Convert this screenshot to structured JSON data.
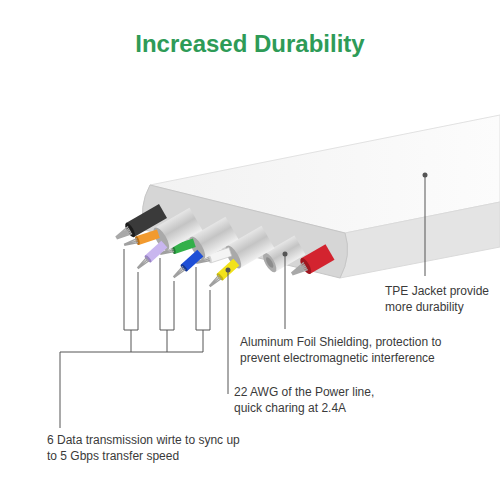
{
  "diagram": {
    "title": "Increased Durability",
    "labels": [
      "TPE Jacket provide more durability",
      "Aluminum Foil Shielding, protection to prevent electromagnetic interference",
      "22 AWG of the Power line, quick charing at 2.4A",
      "6 Data transmission wirte to sync up to 5 Gbps transfer speed"
    ]
  }
}
